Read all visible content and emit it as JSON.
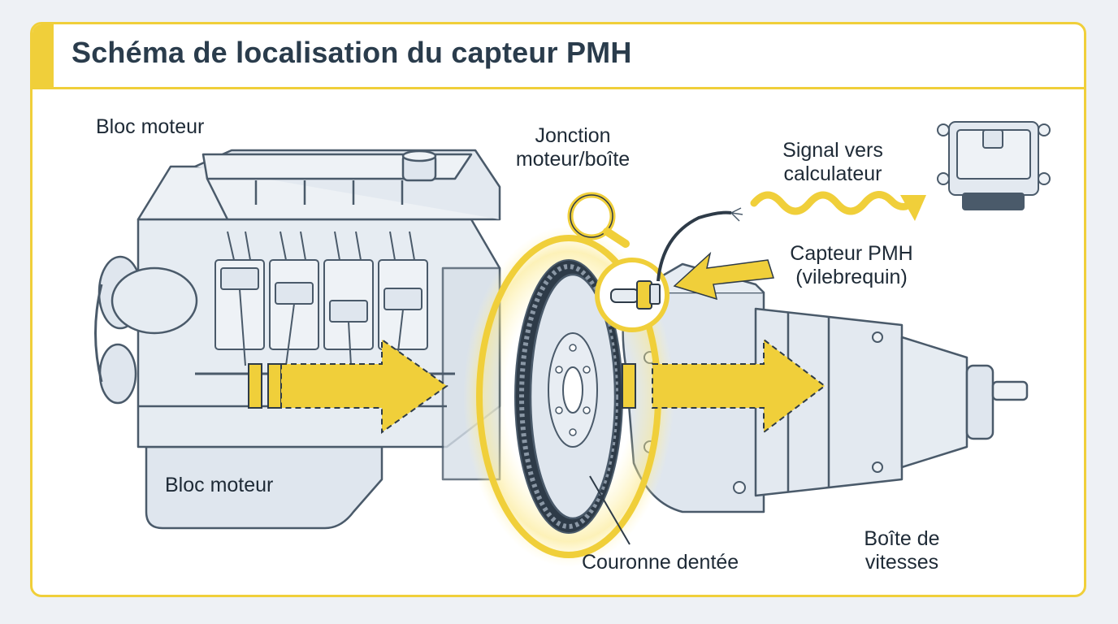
{
  "title": "Schéma de localisation du capteur PMH",
  "labels": {
    "engine_top": "Bloc moteur",
    "engine_bottom": "Bloc moteur",
    "junction_line1": "Jonction",
    "junction_line2": "moteur/boîte",
    "signal_line1": "Signal vers",
    "signal_line2": "calculateur",
    "sensor_line1": "Capteur PMH",
    "sensor_line2": "(vilebrequin)",
    "ring_gear": "Couronne dentée",
    "gearbox_line1": "Boîte de",
    "gearbox_line2": "vitesses"
  },
  "colors": {
    "accent": "#f0cf3a",
    "title_text": "#2a3c4c",
    "metal_fill": "#dfe6ee",
    "metal_stroke": "#4a5a6a",
    "arrow": "#f0cf3a"
  },
  "icons": [
    "magnifier-icon",
    "ecu-icon",
    "signal-wave-icon",
    "sensor-icon"
  ]
}
